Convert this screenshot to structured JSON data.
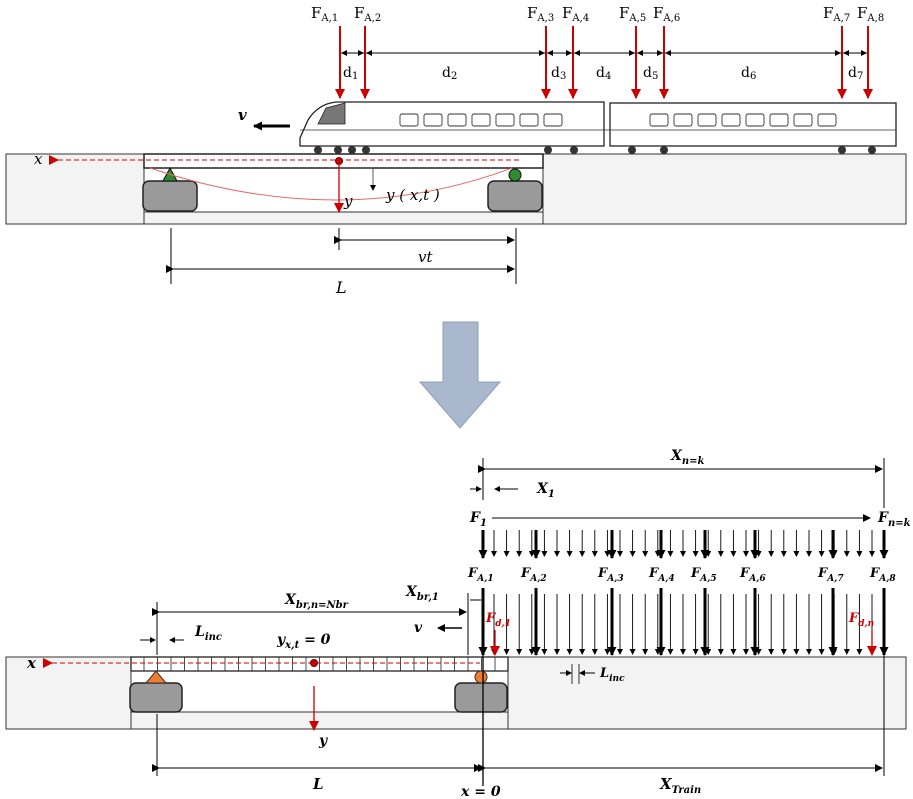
{
  "top": {
    "forces": [
      {
        "main": "F",
        "sub": "A,1"
      },
      {
        "main": "F",
        "sub": "A,2"
      },
      {
        "main": "F",
        "sub": "A,3"
      },
      {
        "main": "F",
        "sub": "A,4"
      },
      {
        "main": "F",
        "sub": "A,5"
      },
      {
        "main": "F",
        "sub": "A,6"
      },
      {
        "main": "F",
        "sub": "A,7"
      },
      {
        "main": "F",
        "sub": "A,8"
      }
    ],
    "spacings": [
      {
        "main": "d",
        "sub": "1"
      },
      {
        "main": "d",
        "sub": "2"
      },
      {
        "main": "d",
        "sub": "3"
      },
      {
        "main": "d",
        "sub": "4"
      },
      {
        "main": "d",
        "sub": "5"
      },
      {
        "main": "d",
        "sub": "6"
      },
      {
        "main": "d",
        "sub": "7"
      }
    ],
    "velocity": "v",
    "axis_x": "x",
    "axis_y": "y",
    "deflection": "y ( x,t )",
    "vt": "vt",
    "span": "L"
  },
  "bottom": {
    "xnk_main": "X",
    "xnk_sub": "n=k",
    "x1_main": "X",
    "x1_sub": "1",
    "f1_main": "F",
    "f1_sub": "1",
    "fnk_main": "F",
    "fnk_sub": "n=k",
    "forces": [
      {
        "main": "F",
        "sub": "A,1"
      },
      {
        "main": "F",
        "sub": "A,2"
      },
      {
        "main": "F",
        "sub": "A,3"
      },
      {
        "main": "F",
        "sub": "A,4"
      },
      {
        "main": "F",
        "sub": "A,5"
      },
      {
        "main": "F",
        "sub": "A,6"
      },
      {
        "main": "F",
        "sub": "A,7"
      },
      {
        "main": "F",
        "sub": "A,8"
      }
    ],
    "xbrn_main": "X",
    "xbrn_sub": "br,n=Nbr",
    "xbr1_main": "X",
    "xbr1_sub": "br,1",
    "linc_main": "L",
    "linc_sub": "inc",
    "linc2_main": "L",
    "linc2_sub": "inc",
    "yxt_main": "y",
    "yxt_sub": "x,t",
    "yxt_rest": " = 0",
    "velocity": "v",
    "fd1_main": "F",
    "fd1_sub": "d,1",
    "fdn_main": "F",
    "fdn_sub": "d,n",
    "axis_x": "x",
    "axis_y": "y",
    "span": "L",
    "x0": "x = 0",
    "xtrain_main": "X",
    "xtrain_sub": "Train"
  },
  "colors": {
    "force_red": "#cc0000",
    "deck_gray": "#9a9a9a",
    "ground": "#f3f3f3",
    "arrow_fill": "#a9b8cc",
    "pin_green": "#2e8b2e",
    "pin_orange": "#ee7d2f"
  }
}
